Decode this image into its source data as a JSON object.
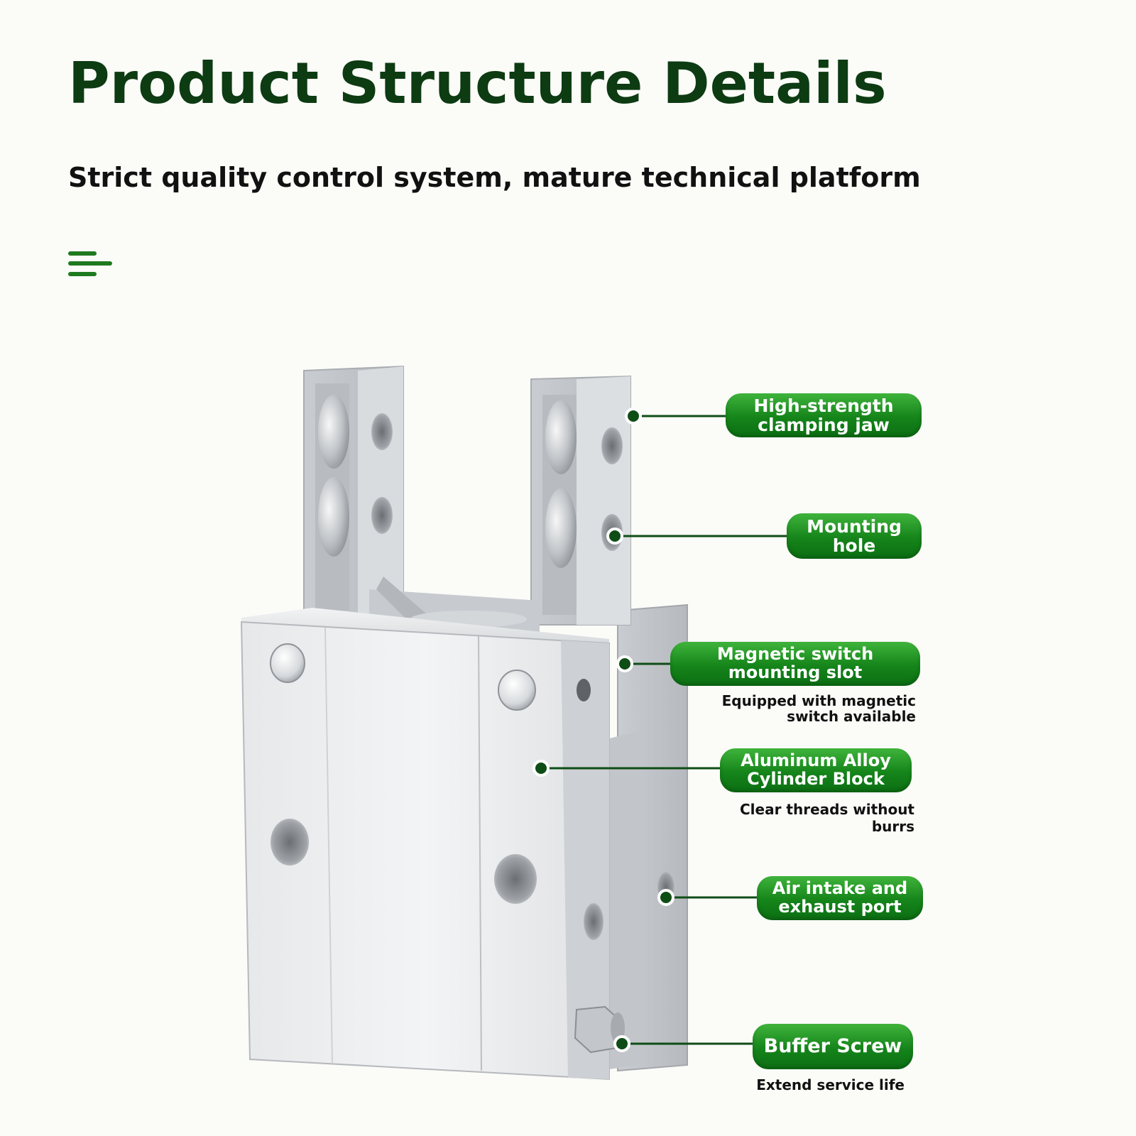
{
  "header": {
    "title": "Product Structure Details",
    "subtitle": "Strict quality control system, mature technical platform"
  },
  "icons": {
    "menu": "menu-lines-icon"
  },
  "colors": {
    "title": "#0d3b12",
    "accent_green": "#15841a",
    "leader_line": "#0f4d16",
    "metal": "#d9dcdf"
  },
  "callouts": [
    {
      "label": "High-strength clamping jaw",
      "note": ""
    },
    {
      "label": "Mounting hole",
      "note": ""
    },
    {
      "label": "Magnetic switch mounting slot",
      "note": "Equipped with magnetic switch available"
    },
    {
      "label": "Aluminum Alloy Cylinder Block",
      "note": "Clear threads without burrs"
    },
    {
      "label": "Air intake and exhaust port",
      "note": ""
    },
    {
      "label": "Buffer Screw",
      "note": "Extend service life"
    }
  ]
}
